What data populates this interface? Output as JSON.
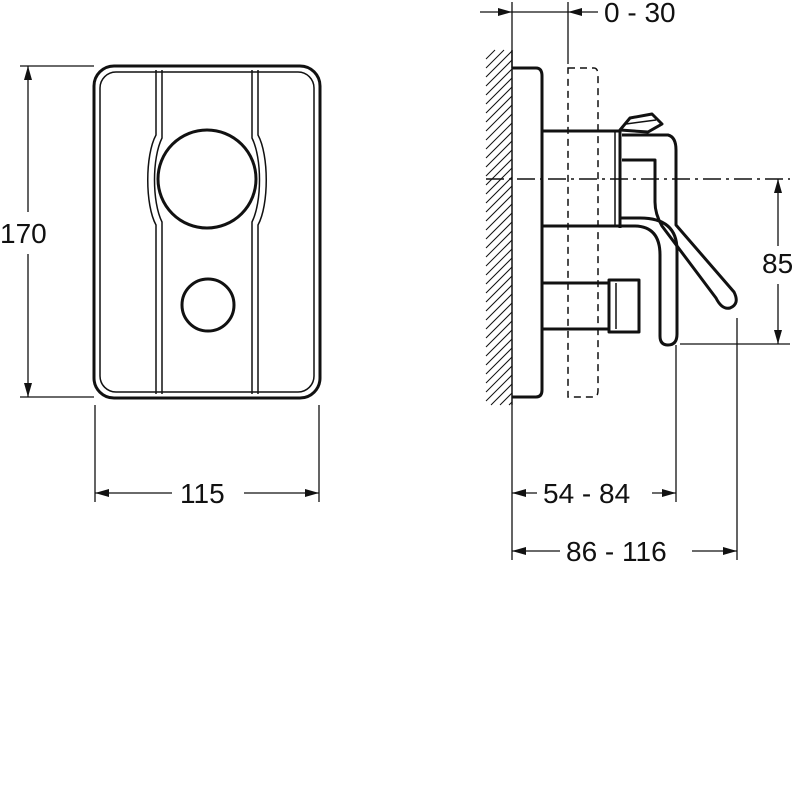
{
  "front_view": {
    "height_label": "170",
    "width_label": "115"
  },
  "side_view": {
    "wall_offset_label": "0 - 30",
    "center_height_label": "85",
    "body_depth_label": "54 - 84",
    "lever_depth_label": "86 - 116"
  }
}
